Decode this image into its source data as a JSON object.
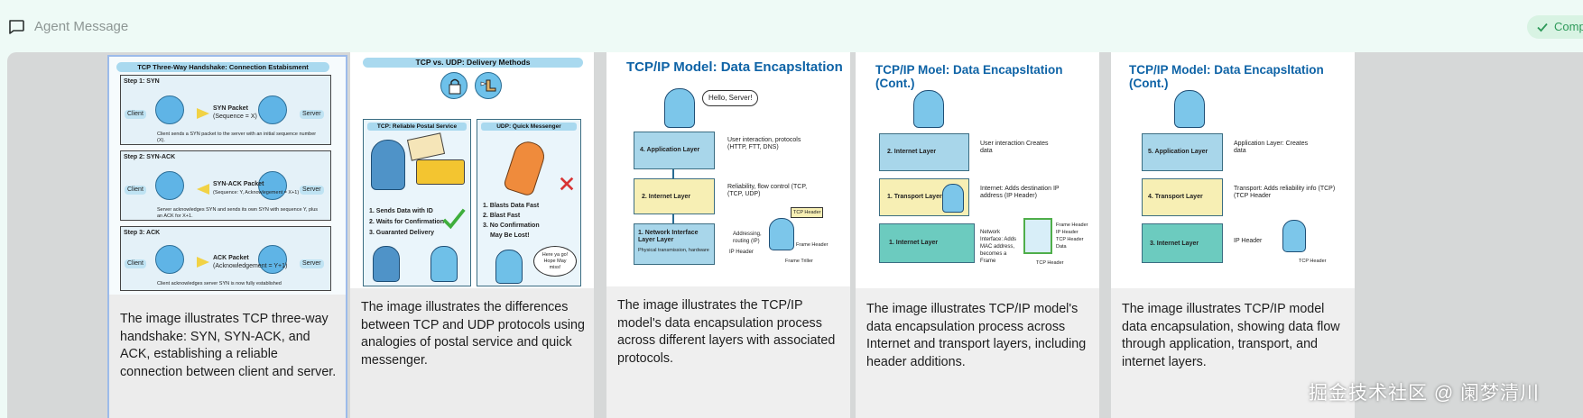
{
  "header": {
    "title": "Agent Message",
    "badge_label": "Comp"
  },
  "colors": {
    "background": "#eefaf6",
    "badge_bg": "#d8f3e3",
    "badge_text": "#2e9a5a",
    "caption_bg": "#ececec",
    "layer_blue": "#a8d6ea",
    "layer_yellow": "#f7efb4",
    "layer_teal": "#6ccbbf"
  },
  "cards": [
    {
      "caption": "The image illustrates TCP three-way handshake: SYN, SYN-ACK, and ACK, establishing a reliable connection between client and server.",
      "title": "TCP Three-Way Handshake: Connection Estabisment",
      "steps": [
        {
          "label": "Step 1: SYN",
          "packet": "SYN Packet",
          "packet_detail": "(Sequence = X)",
          "note": "Client sends a SYN packet to the server with an initial sequence number (X)."
        },
        {
          "label": "Step 2: SYN-ACK",
          "packet": "SYN-ACK Packet",
          "packet_detail": "(Sequence: Y, Acknowlegement = X+1)",
          "note": "Server acknowledges SYN and sends its own SYN with sequence Y, plus an ACK for X+1."
        },
        {
          "label": "Step 3: ACK",
          "packet": "ACK Packet",
          "packet_detail": "(Acknowledgement = Y+1)",
          "note": "Client acknowledges server SYN is now fully established"
        }
      ],
      "client": "Client",
      "server": "Server"
    },
    {
      "caption": "The image illustrates the differences between TCP and UDP protocols using analogies of postal service and quick messenger.",
      "title": "TCP vs. UDP: Delivery Methods",
      "tcp_heading": "TCP: Reliable Postal Service",
      "udp_heading": "UDP: Quick Messenger",
      "tcp_points": [
        "1. Sends Data with ID",
        "2. Waits for Confirmation",
        "3. Guaranted Delivery"
      ],
      "udp_points": [
        "1. Blasts Data Fast",
        "2. Blast Fast",
        "3. No Confirmation",
        "May Be Lost!"
      ],
      "speech": "Here ya go! Hope May miss!"
    },
    {
      "caption": "The image illustrates the TCP/IP model's data encapsulation process across different layers with associated protocols.",
      "title": "TCP/IP Model: Data Encapsltation",
      "speech": "Hello, Server!",
      "layers": [
        {
          "name": "4. Application Layer",
          "desc": "User interaction, protocols (HTTP, FTT, DNS)"
        },
        {
          "name": "2. Internet Layer",
          "desc": "Reliability, flow control (TCP, (TCP, UDP)"
        },
        {
          "name": "1. Network Interface Layer Layer",
          "desc": "Addressing, routing (IP)",
          "sub": "Physical transmission, hardware"
        }
      ],
      "tags": [
        "TCP Header",
        "Frame Header",
        "IP Header",
        "Frame Triller"
      ]
    },
    {
      "caption": "The image illustrates TCP/IP model's data encapsulation process across Internet and transport layers, including header additions.",
      "title": "TCP/IP Moel: Data Encapsltation (Cont.)",
      "layers": [
        {
          "name": "2. Internet Layer",
          "desc": "User interaction Creates data"
        },
        {
          "name": "1. Transport Layer",
          "desc": "Internet: Adds destination IP address (IP Header)"
        },
        {
          "name": "1. Internet Layer",
          "desc": "Network Interface: Adds MAC address, becomes a Frame"
        }
      ],
      "tags": [
        "Frame Header",
        "IP Header",
        "TCP Header",
        "Data",
        "TCP Header"
      ]
    },
    {
      "caption": "The image illustrates TCP/IP model data encapsulation, showing data flow through application, transport, and internet layers.",
      "title": "TCP/IP Model: Data Encapsltation (Cont.)",
      "layers": [
        {
          "name": "5. Application Layer",
          "desc": "Application Layer: Creates data"
        },
        {
          "name": "4. Transport Layer",
          "desc": "Transport: Adds reliability info (TCP) (TCP Header"
        },
        {
          "name": "3. Internet Layer",
          "desc": "IP Header"
        }
      ],
      "tags": [
        "TCP Header"
      ]
    }
  ],
  "watermark": "掘金技术社区 @ 阑梦清川"
}
